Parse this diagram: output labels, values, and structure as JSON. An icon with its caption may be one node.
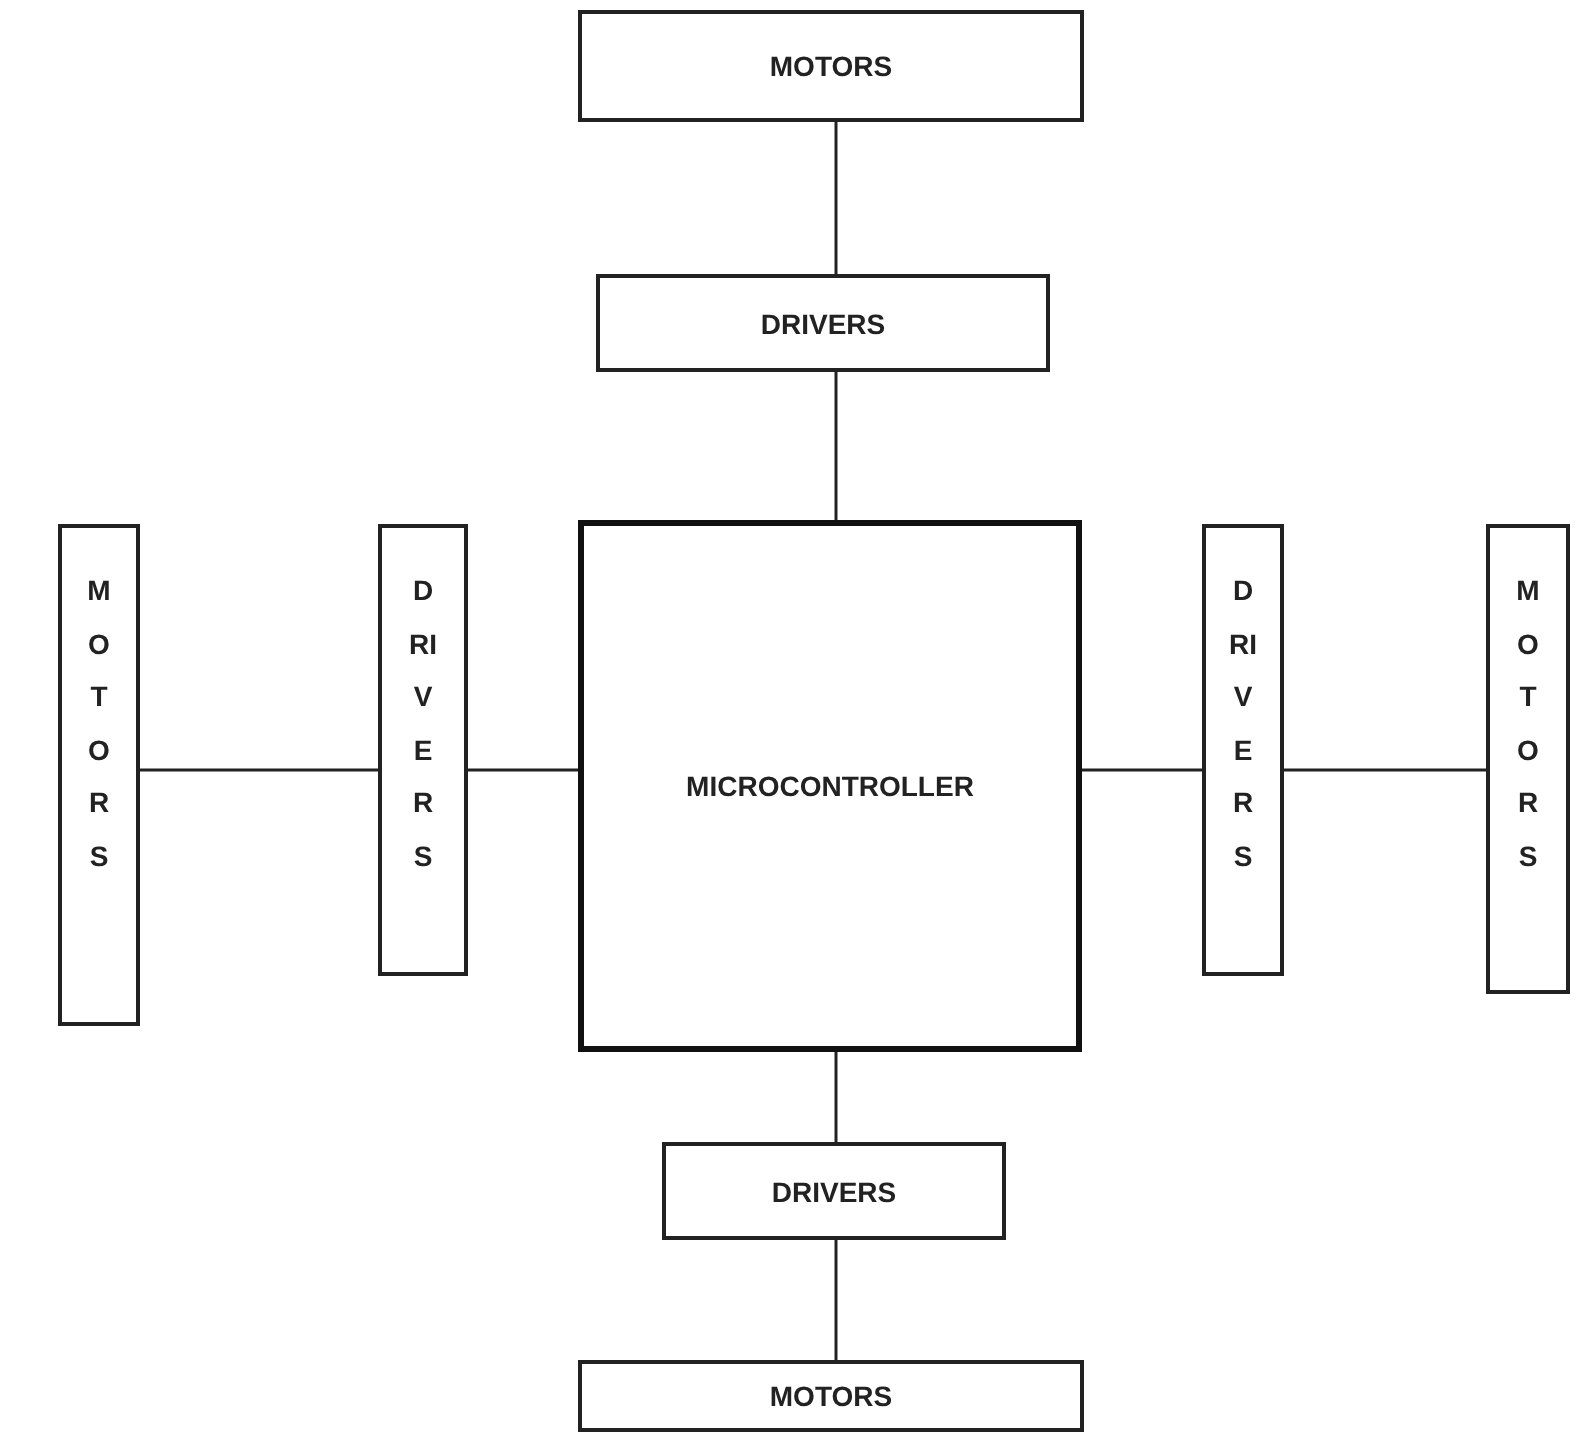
{
  "diagram": {
    "nodes": [
      {
        "text": [
          "MOTORS"
        ]
      },
      {
        "text": [
          "DRIVERS"
        ]
      },
      {
        "text": [
          "MOTORS"
        ]
      },
      {
        "text": [
          "DRIVERS"
        ]
      },
      {
        "text": [
          "MICROCONTROLLER"
        ]
      },
      {
        "text": [
          "DRIVERS"
        ]
      },
      {
        "text": [
          "MOTORS"
        ]
      },
      {
        "text": [
          "DRIVERS"
        ]
      },
      {
        "text": [
          "MOTORS"
        ]
      }
    ],
    "edges": [
      {
        "from": 0,
        "to": 1,
        "arrow": "none"
      },
      {
        "from": 1,
        "to": 4,
        "arrow": "none"
      },
      {
        "from": 2,
        "to": 3,
        "arrow": "none"
      },
      {
        "from": 3,
        "to": 4,
        "arrow": "none"
      },
      {
        "from": 4,
        "to": 5,
        "arrow": "none"
      },
      {
        "from": 5,
        "to": 6,
        "arrow": "none"
      },
      {
        "from": 4,
        "to": 7,
        "arrow": "none"
      },
      {
        "from": 7,
        "to": 8,
        "arrow": "none"
      }
    ]
  }
}
